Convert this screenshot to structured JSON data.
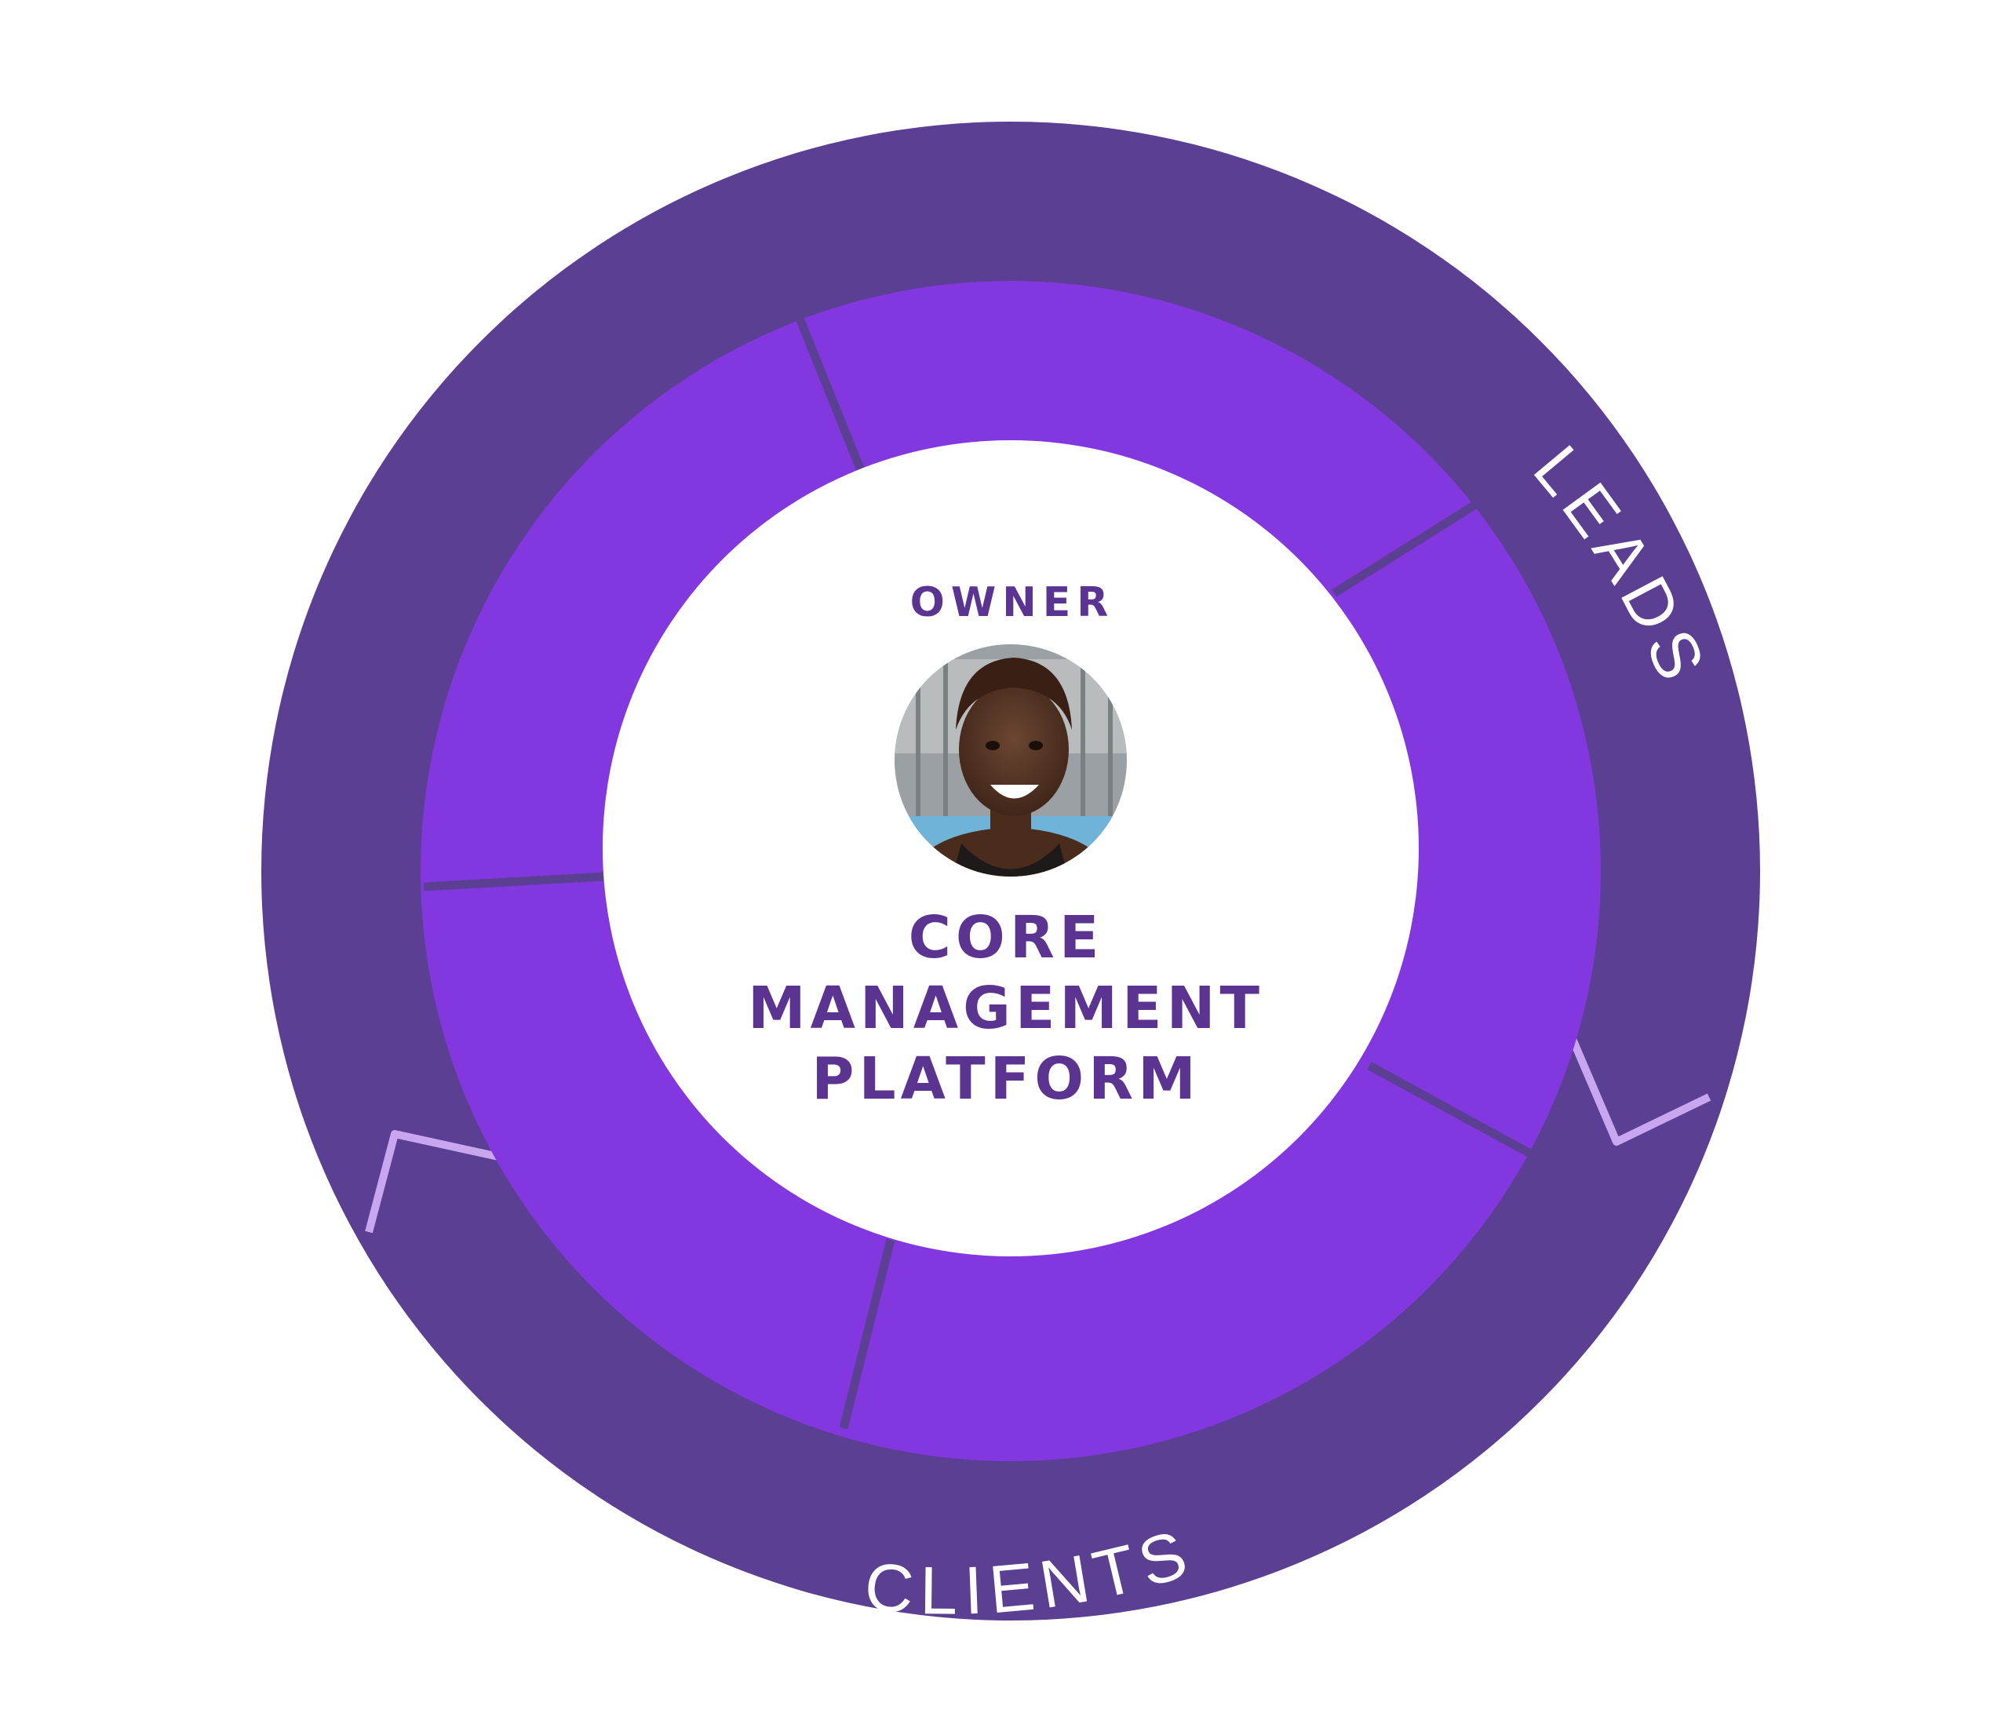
{
  "center": {
    "top_label": "OWNER",
    "title_lines": [
      "CORE",
      "MANAGEMENT",
      "PLATFORM"
    ],
    "avatar_icon": "person-portrait-icon"
  },
  "outer_ring": {
    "labels": {
      "leads": "LEADS",
      "clients": "CLIENTS"
    }
  },
  "colors": {
    "outer_ring": "#5b3f92",
    "inner_ring": "#8338df",
    "divider": "#5b3f92",
    "center_fill": "#ffffff",
    "text_primary": "#5b3492",
    "ring_text": "#ffffff",
    "accent_line": "#c9a7f0"
  }
}
